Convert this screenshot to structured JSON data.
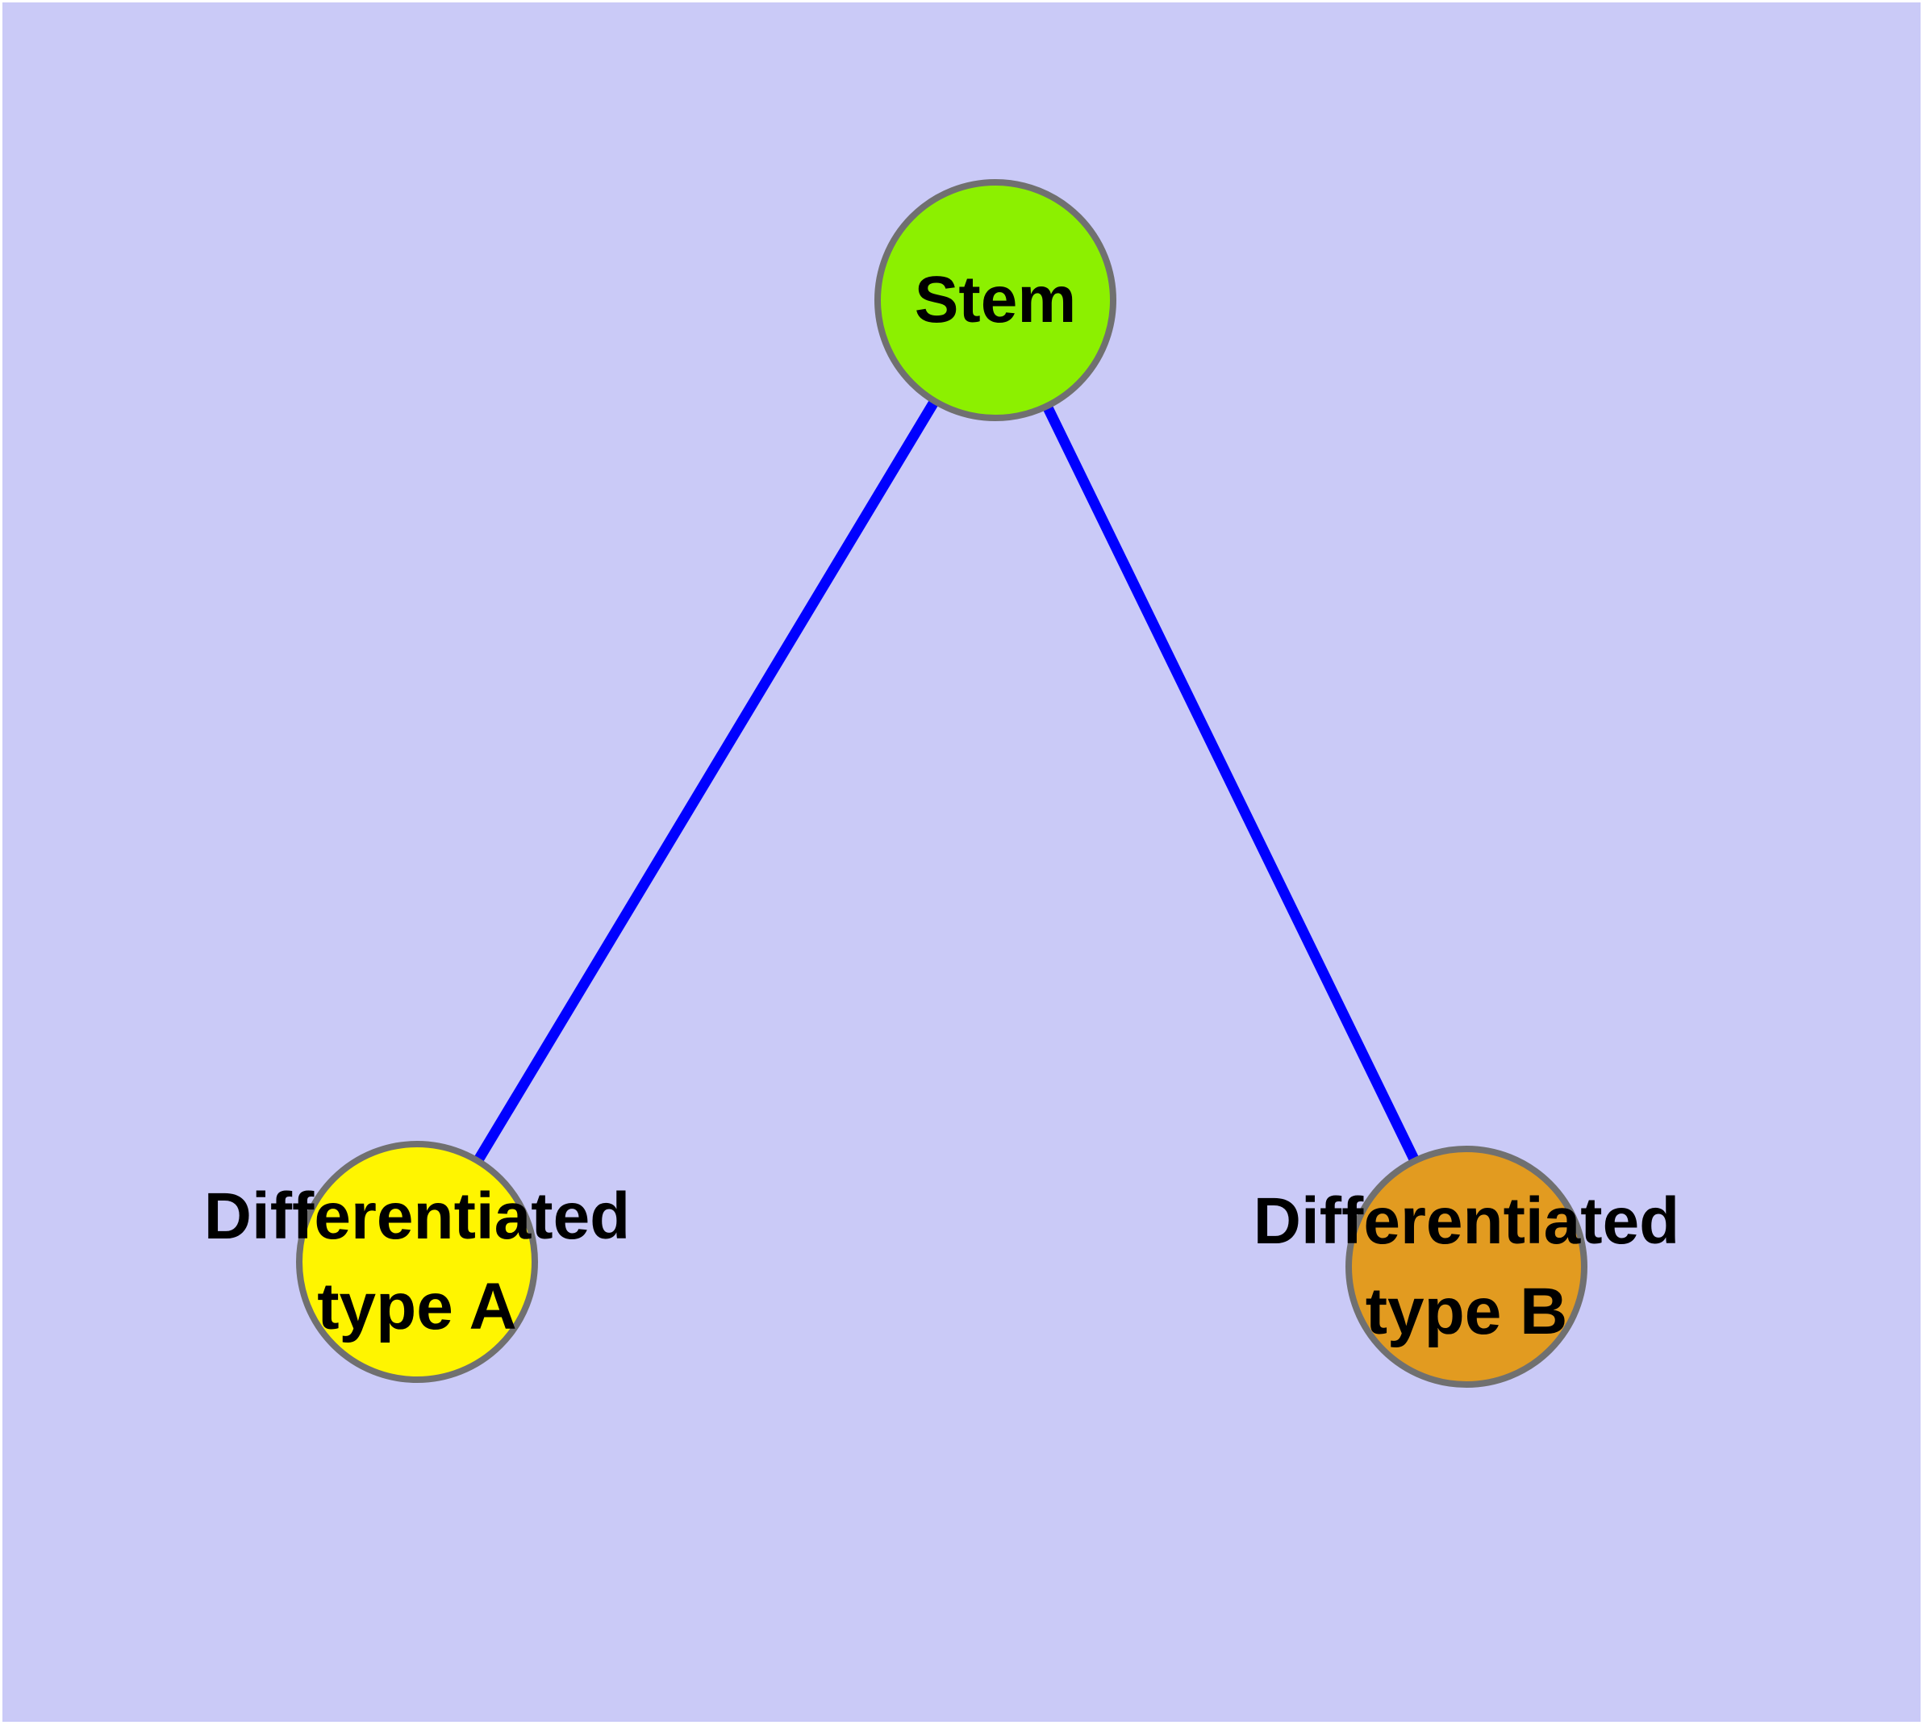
{
  "diagram": {
    "background_color": "#cacaf7",
    "page_margin_color": "#ffffff",
    "edge_color": "#0000ff",
    "node_border_color": "#707070",
    "text_color": "#000000",
    "nodes": [
      {
        "id": "stem",
        "label": "Stem",
        "fill_color": "#8cf000"
      },
      {
        "id": "differentiated-type-a",
        "label_line1": "Differentiated",
        "label_line2": "type A",
        "fill_color": "#fff500"
      },
      {
        "id": "differentiated-type-b",
        "label_line1": "Differentiated",
        "label_line2": "type B",
        "fill_color": "#e29b20"
      }
    ],
    "edges": [
      {
        "from": "Stem",
        "to": "Differentiated type A"
      },
      {
        "from": "Stem",
        "to": "Differentiated type B"
      }
    ]
  }
}
